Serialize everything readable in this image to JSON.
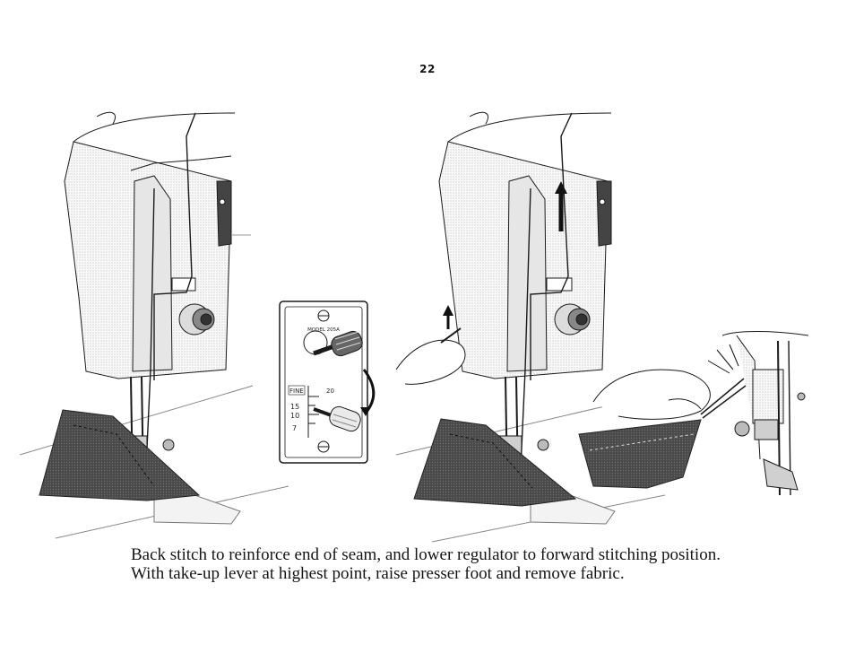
{
  "page": {
    "number": "22"
  },
  "regulator": {
    "model_label": "MODEL 205A",
    "fine_label": "FINE",
    "scale_top": "20",
    "scale_mid1": "15",
    "scale_mid2": "10",
    "scale_low": "7"
  },
  "caption": {
    "line1": "Back stitch to reinforce end of seam, and lower regulator to forward stitching position.",
    "line2": "With take-up lever at highest point, raise presser foot and remove fabric."
  },
  "colors": {
    "ink": "#141414",
    "fabric": "#4a4a4a",
    "machine_shade": "#d9d9d9"
  }
}
